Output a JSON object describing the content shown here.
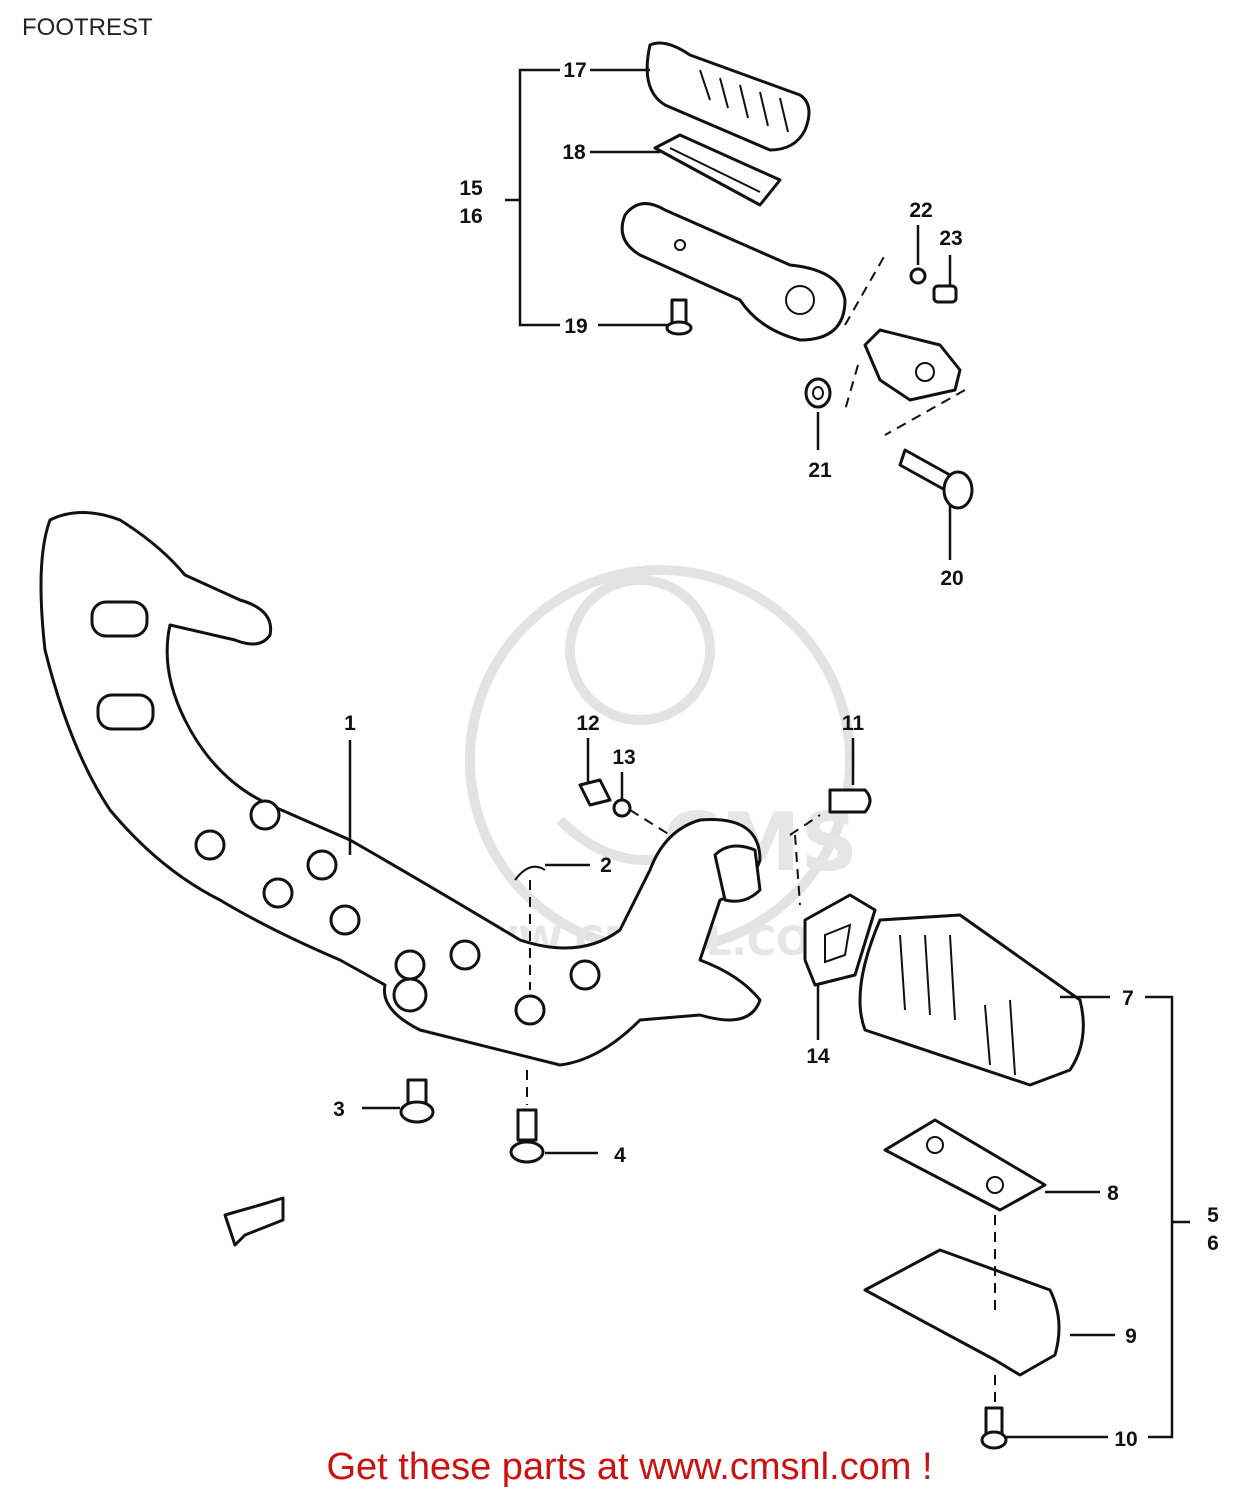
{
  "title": "FOOTREST",
  "footer_link": "Get these parts at www.cmsnl.com !",
  "watermark": "WWW.CMSNL.COM",
  "colors": {
    "link": "#cc1111",
    "line": "#111111",
    "watermark": "#e3e3e3"
  },
  "callouts": {
    "c1": "1",
    "c2": "2",
    "c3": "3",
    "c4": "4",
    "c5": "5",
    "c6": "6",
    "c7": "7",
    "c8": "8",
    "c9": "9",
    "c10": "10",
    "c11": "11",
    "c12": "12",
    "c13": "13",
    "c14": "14",
    "c15": "15",
    "c16": "16",
    "c17": "17",
    "c18": "18",
    "c19": "19",
    "c20": "20",
    "c21": "21",
    "c22": "22",
    "c23": "23"
  }
}
